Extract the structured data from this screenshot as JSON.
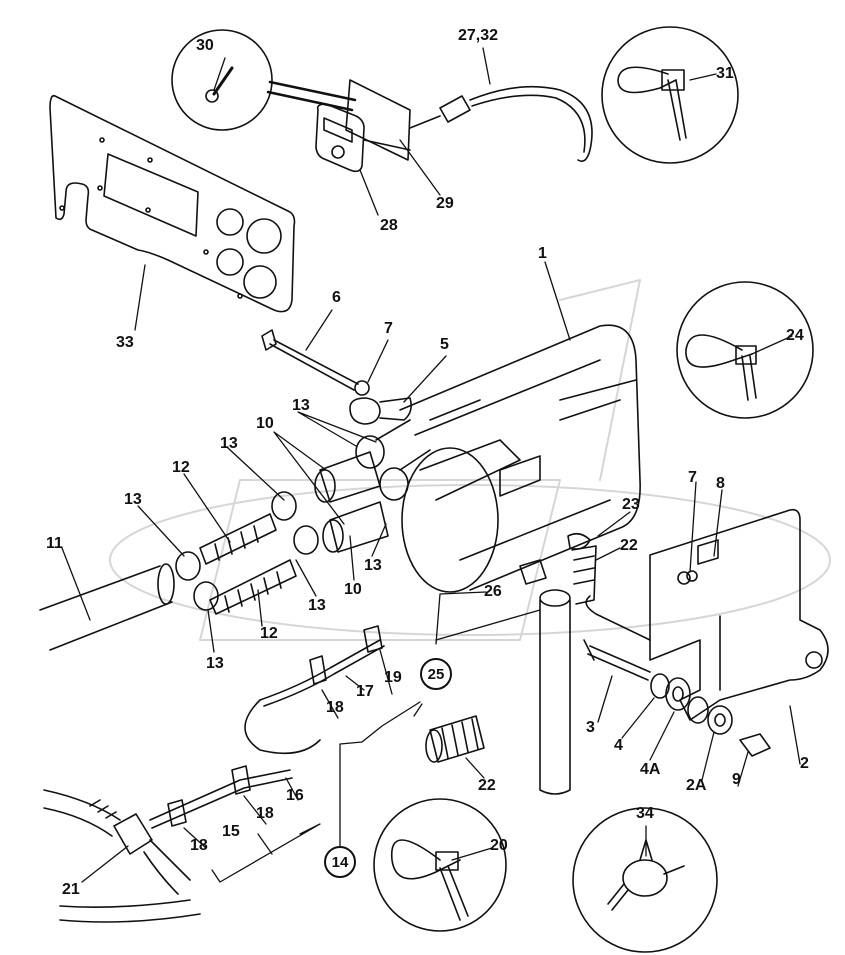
{
  "callouts": {
    "c1": "1",
    "c2": "2",
    "c2A": "2A",
    "c3": "3",
    "c4": "4",
    "c4A": "4A",
    "c5": "5",
    "c6": "6",
    "c7a": "7",
    "c7b": "7",
    "c8": "8",
    "c9": "9",
    "c10a": "10",
    "c10b": "10",
    "c11": "11",
    "c12a": "12",
    "c12b": "12",
    "c13a": "13",
    "c13b": "13",
    "c13c": "13",
    "c13d": "13",
    "c13e": "13",
    "c13f": "13",
    "c14": "14",
    "c15": "15",
    "c16": "16",
    "c17": "17",
    "c18a": "18",
    "c18b": "18",
    "c18c": "18",
    "c19": "19",
    "c20": "20",
    "c21": "21",
    "c22a": "22",
    "c22b": "22",
    "c23": "23",
    "c24": "24",
    "c25": "25",
    "c26": "26",
    "c2732": "27,32",
    "c28": "28",
    "c29": "29",
    "c30": "30",
    "c31": "31",
    "c33": "33",
    "c34": "34"
  }
}
